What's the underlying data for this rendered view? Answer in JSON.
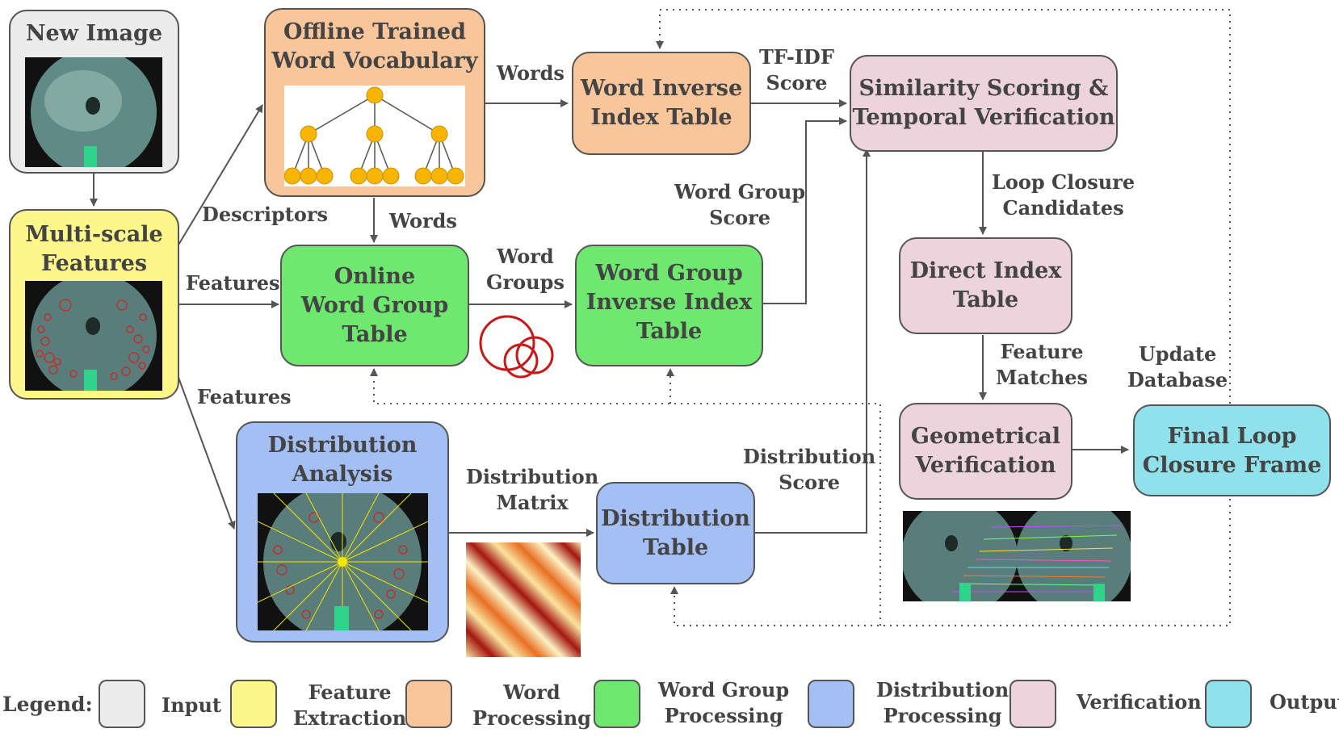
{
  "colors": {
    "input": "#ececec",
    "feature": "#fcf68b",
    "word": "#f9c69b",
    "group": "#6ee86f",
    "distribution": "#a3bff3",
    "verification": "#ecd3dc",
    "output": "#8fe1ec"
  },
  "nodes": {
    "new_image": "New Image",
    "multiscale": "Multi-scale\nFeatures",
    "vocab": "Offline Trained\nWord Vocabulary",
    "word_inverse": "Word Inverse\nIndex Table",
    "similarity": "Similarity Scoring &\nTemporal Verification",
    "online_group": "Online\nWord Group\nTable",
    "group_inverse": "Word Group\nInverse Index\nTable",
    "direct_index": "Direct Index\nTable",
    "dist_analysis": "Distribution\nAnalysis",
    "dist_table": "Distribution\nTable",
    "geometric": "Geometrical\nVerification",
    "final": "Final Loop\nClosure Frame"
  },
  "edge_labels": {
    "descriptors": "Descriptors",
    "words_top": "Words",
    "tfidf": "TF-IDF\nScore",
    "words_mid": "Words",
    "features_mid": "Features",
    "word_groups": "Word\nGroups",
    "group_score": "Word Group\nScore",
    "loop_candidates": "Loop Closure\nCandidates",
    "features_low": "Features",
    "feature_matches": "Feature\nMatches",
    "update_db": "Update\nDatabase",
    "dist_matrix": "Distribution\nMatrix",
    "dist_score": "Distribution\nScore"
  },
  "legend": {
    "title": "Legend:",
    "items": [
      "Input",
      "Feature\nExtraction",
      "Word\nProcessing",
      "Word Group\nProcessing",
      "Distribution\nProcessing",
      "Verification",
      "Output"
    ]
  }
}
